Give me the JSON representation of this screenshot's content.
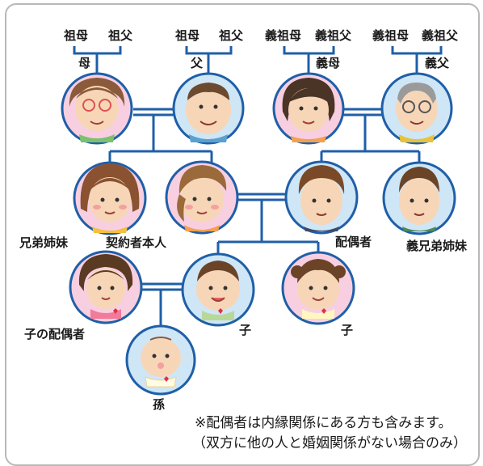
{
  "labels": {
    "maternal_grandmother": "祖母",
    "maternal_grandfather": "祖父",
    "paternal_grandmother": "祖母",
    "paternal_grandfather": "祖父",
    "spouse_grandmother_1": "義祖母",
    "spouse_grandfather_1": "義祖父",
    "spouse_grandmother_2": "義祖母",
    "spouse_grandfather_2": "義祖父",
    "mother": "母",
    "father": "父",
    "mother_in_law": "義母",
    "father_in_law": "義父",
    "siblings": "兄弟姉妹",
    "policyholder": "契約者本人",
    "spouse": "配偶者",
    "siblings_in_law": "義兄弟姉妹",
    "child_spouse": "子の配偶者",
    "child_1": "子",
    "child_2": "子",
    "grandchild": "孫"
  },
  "note": {
    "line1": "※配偶者は内縁関係にある方も含みます。",
    "line2": "（双方に他の人と婚姻関係がない場合のみ）"
  },
  "colors": {
    "line": "#1f5fa8",
    "circle_border": "#1f5fa8",
    "frame_border": "#b8b8b8",
    "bg_pink": "#f8cfe0",
    "bg_blue": "#cfe6f6",
    "skin": "#f7d6b8"
  }
}
